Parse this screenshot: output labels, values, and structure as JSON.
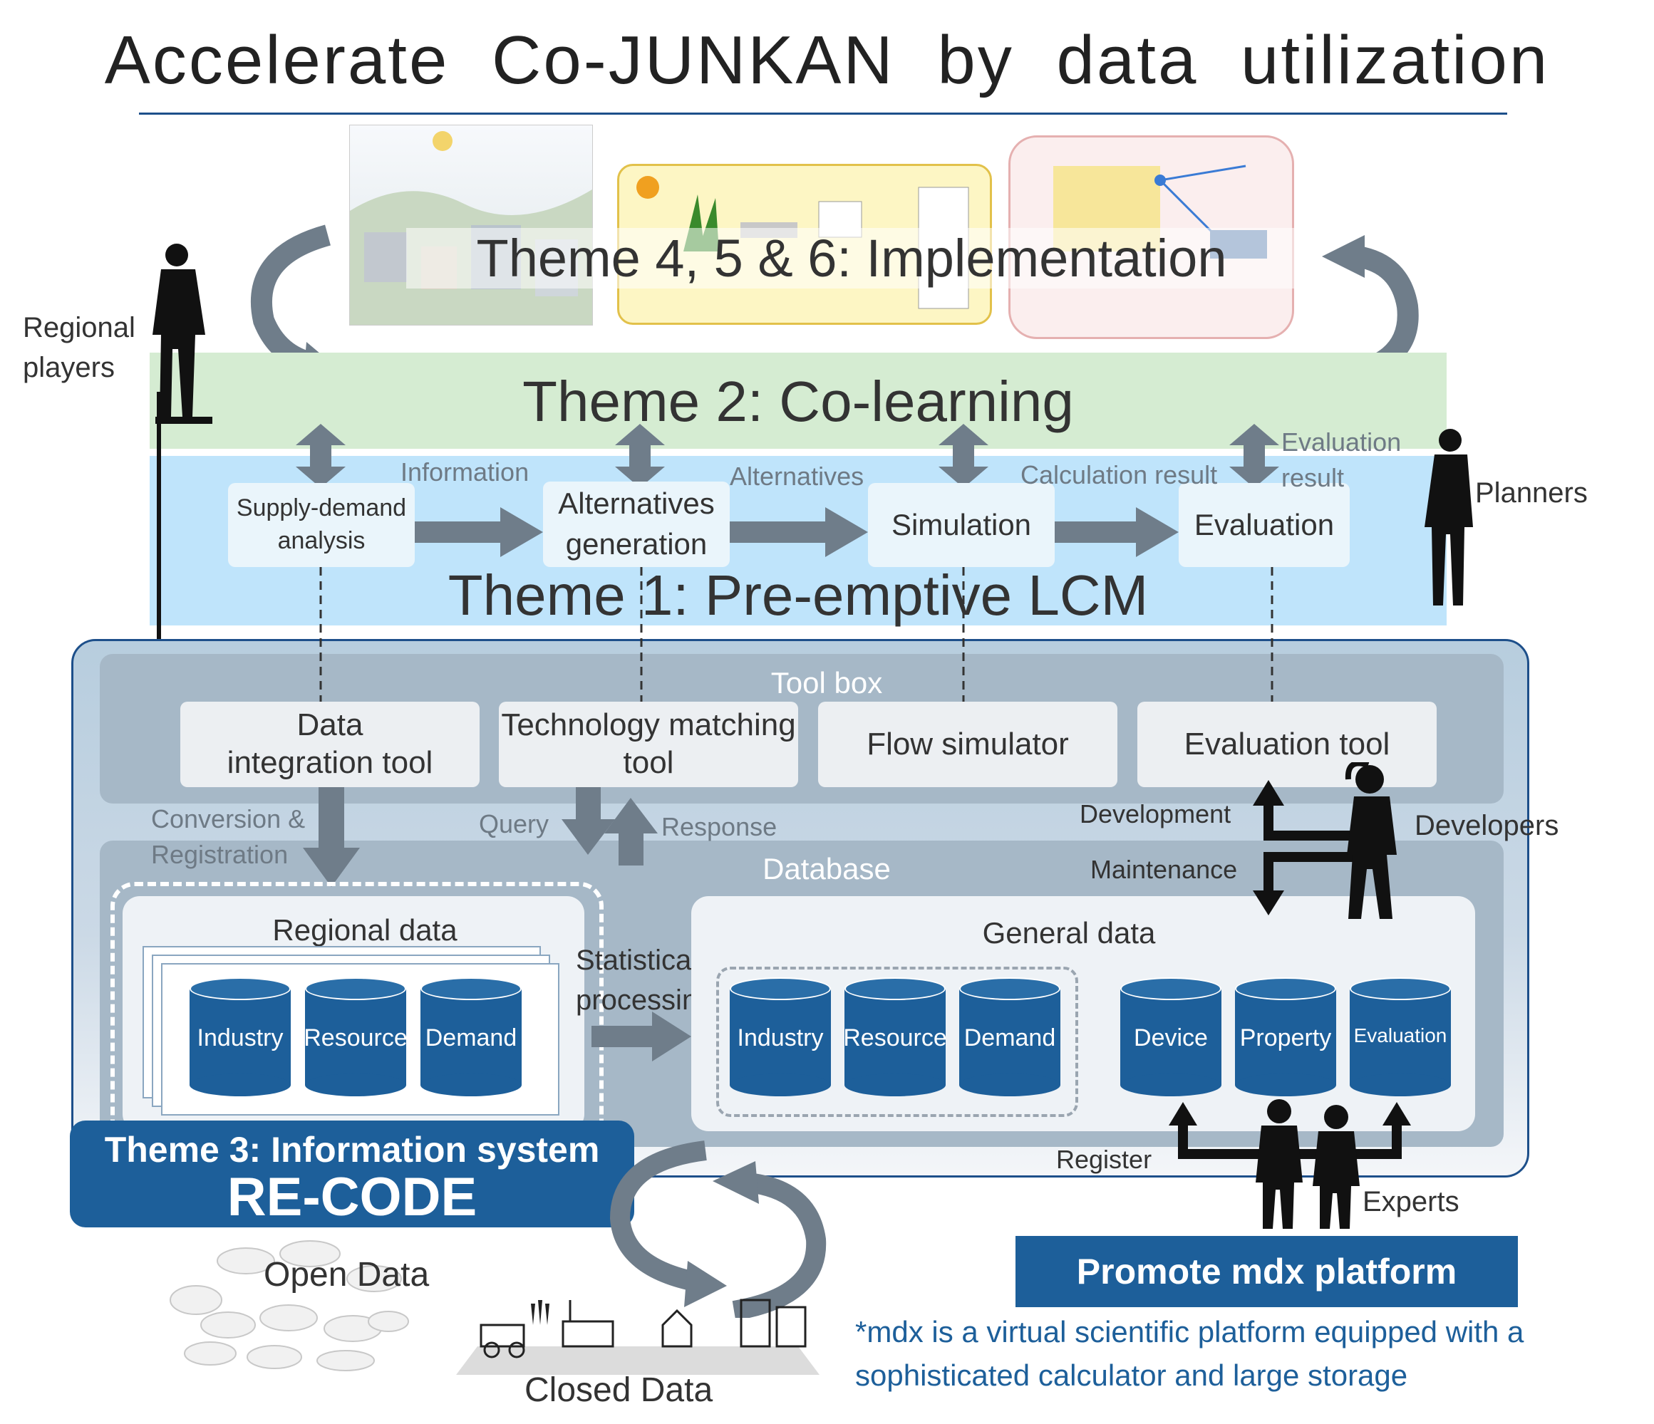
{
  "title": "Accelerate Co-JUNKAN by data utilization",
  "themes": {
    "implementation": "Theme 4, 5 & 6: Implementation",
    "colearning": "Theme 2: Co-learning",
    "lcm": "Theme 1: Pre-emptive LCM",
    "info_system": "Theme 3: Information system",
    "recode": "RE-CODE"
  },
  "steps": [
    {
      "label": "Supply-demand analysis"
    },
    {
      "label": "Alternatives generation"
    },
    {
      "label": "Simulation"
    },
    {
      "label": "Evaluation"
    }
  ],
  "flow_labels": [
    "Information",
    "Alternatives",
    "Calculation result",
    "Evaluation result"
  ],
  "actors": {
    "regional_players": "Regional players",
    "planners": "Planners",
    "developers": "Developers",
    "experts": "Experts"
  },
  "toolbox": {
    "label": "Tool box",
    "tools": [
      "Data integration tool",
      "Technology matching tool",
      "Flow simulator",
      "Evaluation tool"
    ]
  },
  "database": {
    "label": "Database",
    "regional": {
      "label": "Regional data",
      "items": [
        "Industry",
        "Resource",
        "Demand"
      ]
    },
    "general": {
      "label": "General data",
      "items": [
        "Industry",
        "Resource",
        "Demand",
        "Device",
        "Property",
        "Evaluation"
      ]
    }
  },
  "connectors": {
    "conversion": "Conversion & Registration",
    "query": "Query",
    "response": "Response",
    "statistical": "Statistical processing",
    "development": "Development",
    "maintenance": "Maintenance",
    "register": "Register"
  },
  "data_sources": {
    "open": "Open Data",
    "closed": "Closed Data"
  },
  "mdx": {
    "banner": "Promote mdx platform",
    "footnote": "*mdx is a virtual scientific platform equipped with a sophisticated calculator and large storage"
  },
  "colors": {
    "accent": "#1d5f9a",
    "green_band": "#d5ecd2",
    "blue_band": "#bfe4fb",
    "arrow": "#6f7d8a"
  }
}
